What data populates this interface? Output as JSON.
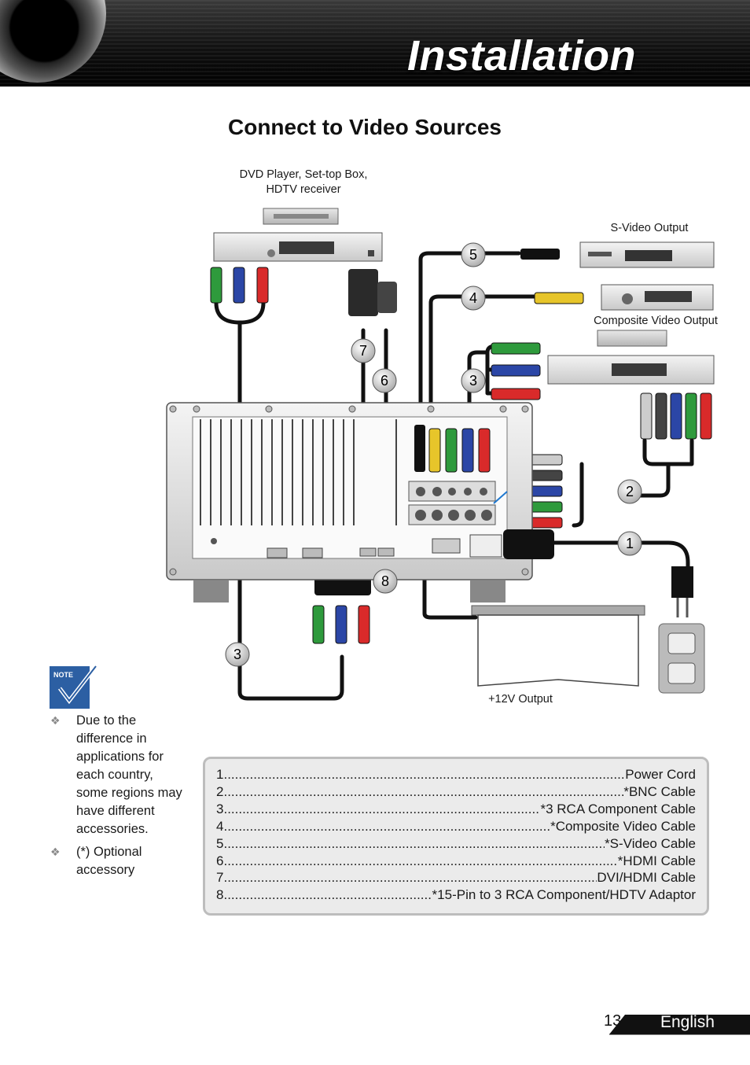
{
  "header": {
    "title": "Installation"
  },
  "section_title": "Connect to Video Sources",
  "diagram": {
    "source_dvd_label_line1": "DVD Player, Set-top Box,",
    "source_dvd_label_line2": "HDTV receiver",
    "svideo_output_label": "S-Video Output",
    "composite_output_label": "Composite Video Output",
    "twelve_v_output_label": "+12V Output",
    "callouts": [
      "1",
      "2",
      "3",
      "3",
      "4",
      "5",
      "6",
      "7",
      "8"
    ]
  },
  "note": {
    "icon_text": "NOTE",
    "items": [
      "Due to the difference in applications for each country, some regions may have different accessories.",
      "(*) Optional accessory"
    ]
  },
  "legend": [
    {
      "num": "1",
      "text": "Power Cord"
    },
    {
      "num": "2",
      "text": "*BNC Cable"
    },
    {
      "num": "3",
      "text": "*3 RCA Component Cable"
    },
    {
      "num": "4",
      "text": "*Composite Video Cable"
    },
    {
      "num": "5",
      "text": "*S-Video Cable"
    },
    {
      "num": "6",
      "text": "*HDMI Cable"
    },
    {
      "num": "7",
      "text": "DVI/HDMI Cable"
    },
    {
      "num": "8",
      "text": "*15-Pin to 3 RCA Component/HDTV Adaptor"
    }
  ],
  "footer": {
    "page_number": "13",
    "language": "English"
  },
  "colors": {
    "accent_blue": "#2c5fa3",
    "tab_black": "#111111",
    "legend_bg": "#ebebeb"
  }
}
